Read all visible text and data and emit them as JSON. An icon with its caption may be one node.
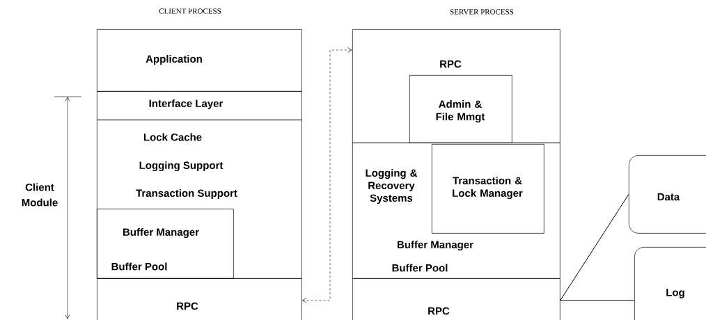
{
  "diagram": {
    "nodes": [
      {
        "text": [
          "Application"
        ]
      },
      {
        "text": [
          "Interface Layer"
        ]
      },
      {
        "text": [
          "Lock Cache",
          "Logging Support",
          "Transaction Support"
        ]
      },
      {
        "text": [
          "Buffer Manager",
          "Buffer Pool"
        ],
        "in": 2
      },
      {
        "text": [
          "RPC"
        ]
      },
      {
        "text": [
          "RPC"
        ]
      },
      {
        "text": [
          "Admin & File Mmgt"
        ],
        "in": 5
      },
      {
        "text": [
          "Logging & Recovery Systems",
          "Buffer Manager",
          "Buffer Pool"
        ]
      },
      {
        "text": [
          "Transaction & Lock Manager"
        ],
        "in": 7
      },
      {
        "text": [
          "RPC"
        ]
      },
      {
        "text": [
          "Data"
        ]
      },
      {
        "text": [
          "Log"
        ]
      }
    ],
    "edges": [
      {
        "from": 4,
        "to": 5,
        "arrow": "both",
        "style": "dashed"
      },
      {
        "from": 9,
        "to": 10,
        "arrow": "none"
      },
      {
        "from": 9,
        "to": 11,
        "arrow": "none"
      }
    ],
    "labels": [
      "CLIENT PROCESS",
      "SERVER PROCESS",
      "Client Module"
    ]
  }
}
